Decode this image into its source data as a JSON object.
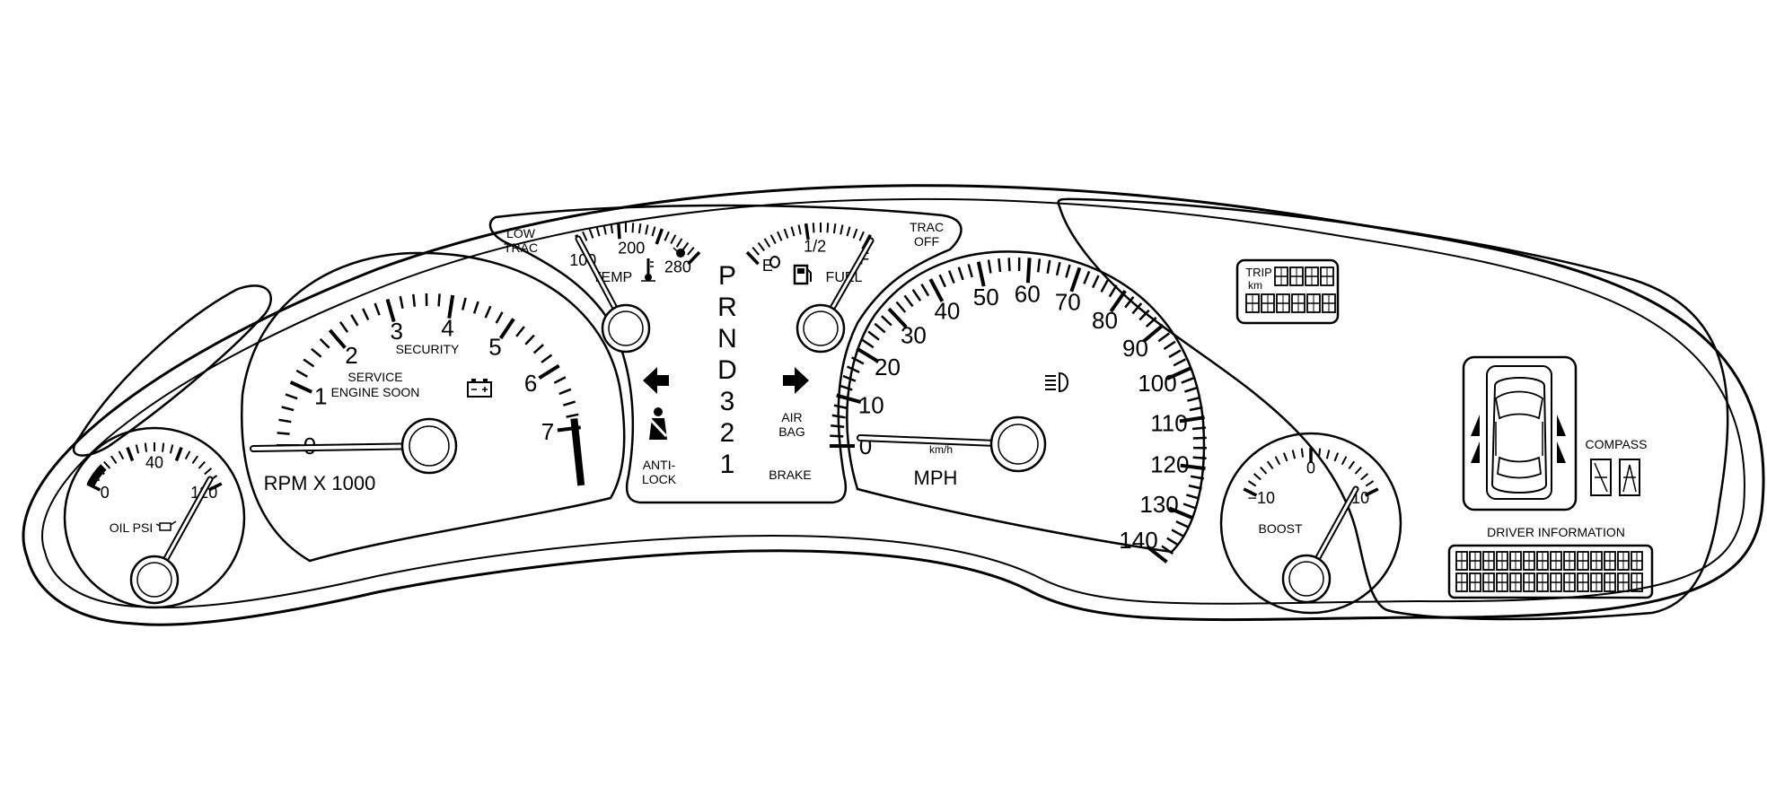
{
  "tach": {
    "labels": [
      "0",
      "1",
      "2",
      "3",
      "4",
      "5",
      "6",
      "7"
    ],
    "caption": "RPM X 1000",
    "security": "SECURITY",
    "service_line1": "SERVICE",
    "service_line2": "ENGINE SOON",
    "battery_icon": "battery-icon"
  },
  "oil": {
    "labels": [
      "0",
      "40",
      "120"
    ],
    "caption": "OIL PSI",
    "icon": "oil-can-icon"
  },
  "temp": {
    "labels": [
      "100",
      "200",
      "280"
    ],
    "caption": "TEMP",
    "icon": "thermometer-icon",
    "hot_icon": "hot-warning-icon"
  },
  "fuel": {
    "labels": [
      "E",
      "1/2",
      "F"
    ],
    "caption": "FUEL",
    "icon": "fuel-pump-icon",
    "low_icon": "low-fuel-icon"
  },
  "speedo": {
    "labels": [
      "0",
      "10",
      "20",
      "30",
      "40",
      "50",
      "60",
      "70",
      "80",
      "90",
      "100",
      "110",
      "120",
      "130",
      "140"
    ],
    "caption": "MPH",
    "km": "km/h",
    "headlamp_icon": "headlamp-icon"
  },
  "boost": {
    "labels": [
      "−10",
      "0",
      "10"
    ],
    "caption": "BOOST"
  },
  "indicators": {
    "low_trac_line1": "LOW",
    "low_trac_line2": "TRAC",
    "trac_off_line1": "TRAC",
    "trac_off_line2": "OFF",
    "airbag_line1": "AIR",
    "airbag_line2": "BAG",
    "antilock_line1": "ANTI-",
    "antilock_line2": "LOCK",
    "brake": "BRAKE",
    "left_turn_icon": "left-arrow-icon",
    "right_turn_icon": "right-arrow-icon",
    "seatbelt_icon": "seatbelt-icon"
  },
  "prnd": [
    "P",
    "R",
    "N",
    "D",
    "3",
    "2",
    "1"
  ],
  "trip": {
    "label_line1": "TRIP",
    "label_line2": "km"
  },
  "compass": {
    "label": "COMPASS"
  },
  "dic": {
    "label": "DRIVER INFORMATION"
  }
}
